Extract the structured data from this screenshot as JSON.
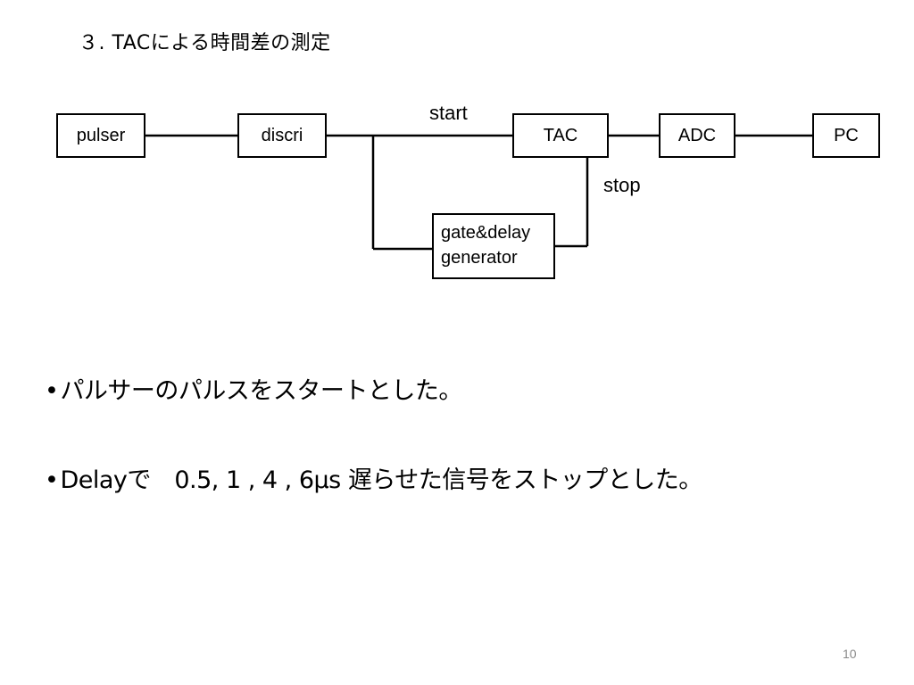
{
  "slide": {
    "title": "３. TACによる時間差の測定",
    "page_number": "10"
  },
  "diagram": {
    "boxes": {
      "pulser": "pulser",
      "discri": "discri",
      "tac": "TAC",
      "adc": "ADC",
      "pc": "PC",
      "gate_line1": "gate&delay",
      "gate_line2": "generator"
    },
    "labels": {
      "start": "start",
      "stop": "stop"
    }
  },
  "bullets": [
    {
      "bullet": "•",
      "text": "パルサーのパルスをスタートとした。"
    },
    {
      "bullet": "•",
      "text": "Delayで　0.5, 1 , 4 , 6μs  遅らせた信号をストップとした。"
    }
  ],
  "colors": {
    "text": "#000000",
    "line": "#000000",
    "page_number": "#888888"
  }
}
